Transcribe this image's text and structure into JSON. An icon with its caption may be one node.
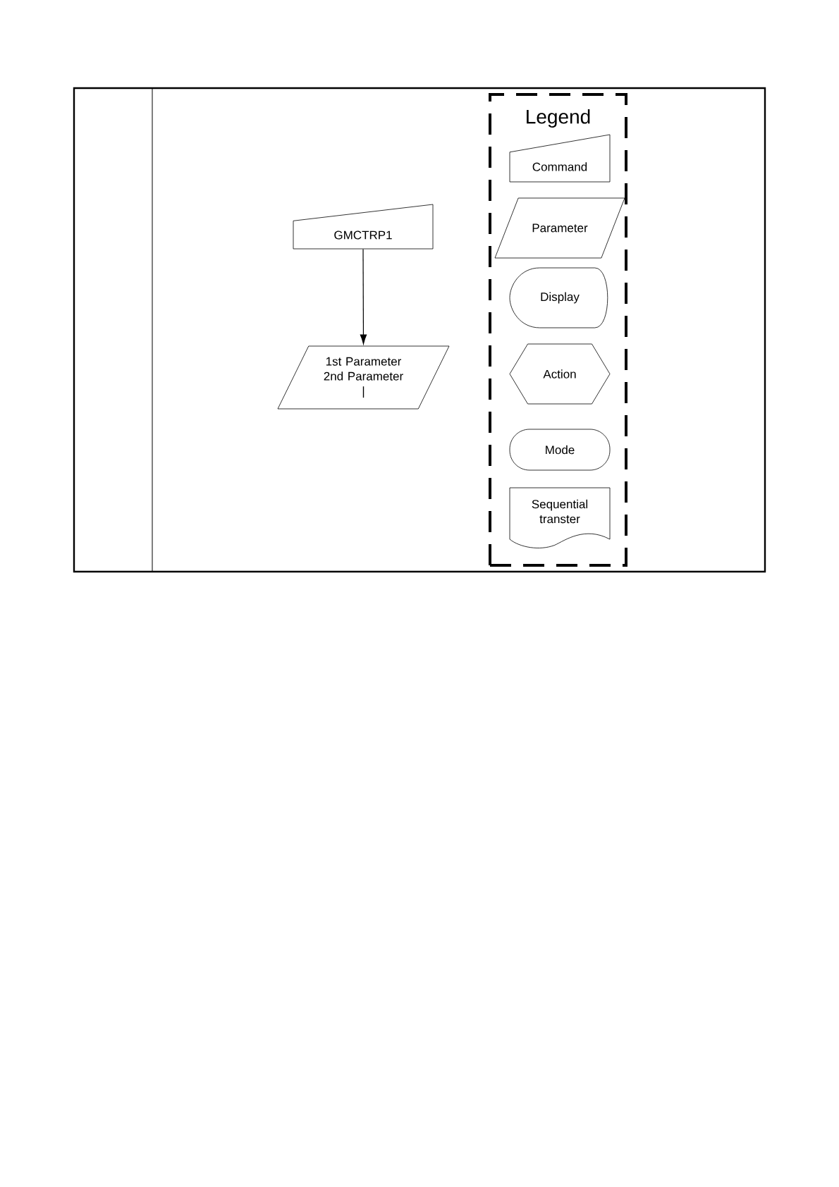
{
  "diagram": {
    "nodes": [
      {
        "text": [
          "GMCTRP1"
        ]
      },
      {
        "text": [
          "1st Parameter",
          "2nd Parameter",
          "|"
        ]
      },
      {
        "text": [
          "Legend"
        ]
      },
      {
        "text": [
          "Command"
        ],
        "in": 2
      },
      {
        "text": [
          "Parameter"
        ],
        "in": 2
      },
      {
        "text": [
          "Display"
        ],
        "in": 2
      },
      {
        "text": [
          "Action"
        ],
        "in": 2
      },
      {
        "text": [
          "Mode"
        ],
        "in": 2
      },
      {
        "text": [
          "Sequential transter"
        ],
        "in": 2
      }
    ],
    "edges": [
      {
        "from": 0,
        "to": 1,
        "arrow": "to"
      }
    ]
  }
}
